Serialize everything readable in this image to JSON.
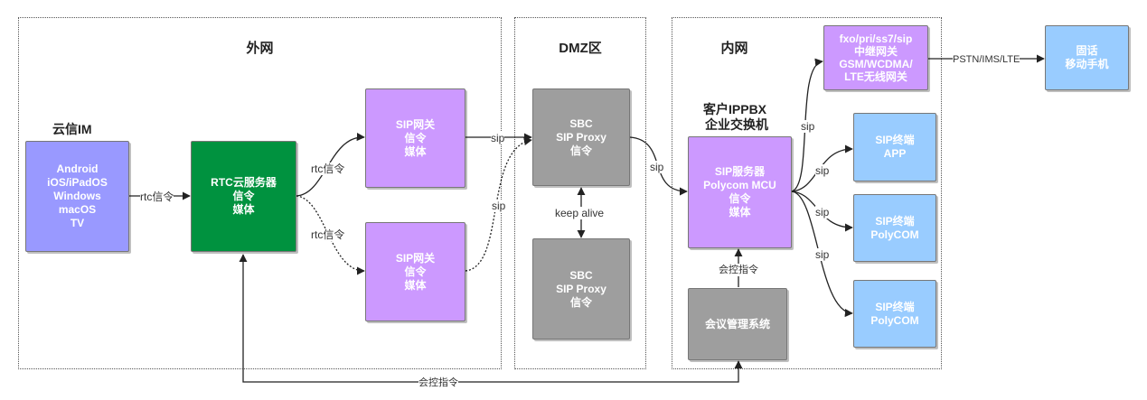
{
  "zones": {
    "external": "外网",
    "dmz": "DMZ区",
    "internal": "内网"
  },
  "headings": {
    "im": "云信IM",
    "ippbx_line1": "客户IPPBX",
    "ippbx_line2": "企业交换机"
  },
  "nodes": {
    "clients": [
      "Android",
      "iOS/iPadOS",
      "Windows",
      "macOS",
      "TV"
    ],
    "rtc": [
      "RTC云服务器",
      "信令",
      "媒体"
    ],
    "sip_gw_top": [
      "SIP网关",
      "信令",
      "媒体"
    ],
    "sip_gw_bottom": [
      "SIP网关",
      "信令",
      "媒体"
    ],
    "sbc_top": [
      "SBC",
      "SIP Proxy",
      "信令"
    ],
    "sbc_bottom": [
      "SBC",
      "SIP Proxy",
      "信令"
    ],
    "sip_server": [
      "SIP服务器",
      "Polycom MCU",
      "信令",
      "媒体"
    ],
    "meeting_mgmt": [
      "会议管理系统"
    ],
    "trunk_gw": [
      "fxo/pri/ss7/sip",
      "中继网关",
      "GSM/WCDMA/",
      "LTE无线网关"
    ],
    "terminal_app": [
      "SIP终端",
      "APP"
    ],
    "terminal_polycom_1": [
      "SIP终端",
      "PolyCOM"
    ],
    "terminal_polycom_2": [
      "SIP终端",
      "PolyCOM"
    ],
    "phone": [
      "固话",
      "移动手机"
    ]
  },
  "edges": {
    "rtc_signal_1": "rtc信令",
    "rtc_signal_2": "rtc信令",
    "rtc_signal_3": "rtc信令",
    "sip_1": "sip",
    "sip_2": "sip",
    "sip_3": "sip",
    "keep_alive": "keep alive",
    "sip_trunk": "sip",
    "sip_app": "sip",
    "sip_polycom_1": "sip",
    "sip_polycom_2": "sip",
    "pstn": "PSTN/IMS/LTE",
    "control_1": "会控指令",
    "control_2": "会控指令"
  }
}
